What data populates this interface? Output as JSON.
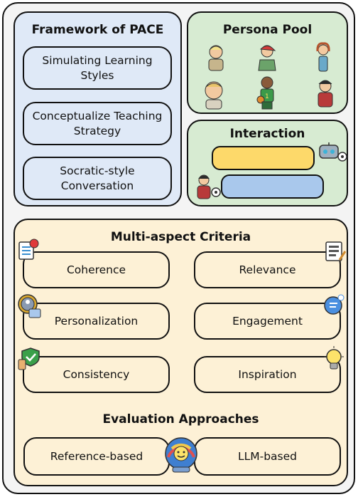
{
  "framework": {
    "title": "Framework of PACE",
    "items": [
      "Simulating Learning Styles",
      "Conceptualize Teaching Strategy",
      "Socratic-style Conversation"
    ]
  },
  "persona_pool": {
    "title": "Persona Pool"
  },
  "interaction": {
    "title": "Interaction"
  },
  "criteria": {
    "title": "Multi-aspect Criteria",
    "items": [
      "Coherence",
      "Relevance",
      "Personalization",
      "Engagement",
      "Consistency",
      "Inspiration"
    ]
  },
  "evaluation": {
    "title": "Evaluation Approaches",
    "items": [
      "Reference-based",
      "LLM-based"
    ]
  },
  "colors": {
    "framework_bg": "#dfe9f7",
    "persona_bg": "#d7ebd2",
    "criteria_bg": "#fdf1d6",
    "bubble_yellow": "#fdd96a",
    "bubble_blue": "#a9c8ec"
  },
  "icons": [
    "robot-icon",
    "gear-icon",
    "student-icon",
    "checklist-icon",
    "clipboard-icon",
    "person-settings-icon",
    "chat-bubble-icon",
    "thumbs-up-shield-icon",
    "lightbulb-icon",
    "gauge-icon"
  ]
}
